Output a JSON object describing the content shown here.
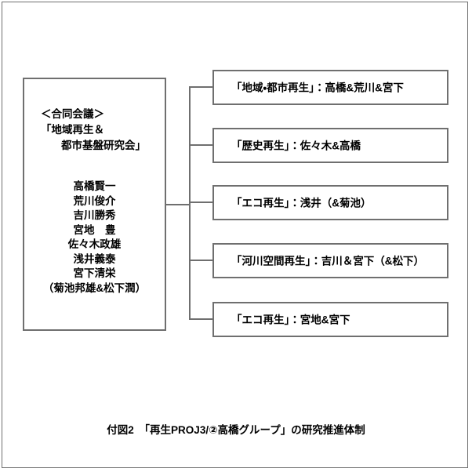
{
  "diagram": {
    "committee": {
      "title_lines": [
        "＜合同会議＞",
        "「地域再生＆",
        "都市基盤研究会」"
      ],
      "members": [
        "高橋賢一",
        "荒川俊介",
        "吉川勝秀",
        "宮地　豊",
        "佐々木政雄",
        "浅井義泰",
        "宮下清栄",
        "（菊池邦雄&松下潤）"
      ]
    },
    "projects": [
      {
        "label": "「地域・都市再生」：高橋&荒川&宮下"
      },
      {
        "label": "「歴史再生」：佐々木&高橋"
      },
      {
        "label": "「エコ再生」：浅井（&菊池）"
      },
      {
        "label": "「河川空間再生」：吉川＆宮下（&松下）"
      },
      {
        "label": "「エコ再生」：宮地&宮下"
      }
    ]
  },
  "caption": "付図2　「再生PROJ3/②高橋グループ」の研究推進体制",
  "colors": {
    "line": "#6f6f6f",
    "text": "#000000",
    "background": "#ffffff"
  }
}
